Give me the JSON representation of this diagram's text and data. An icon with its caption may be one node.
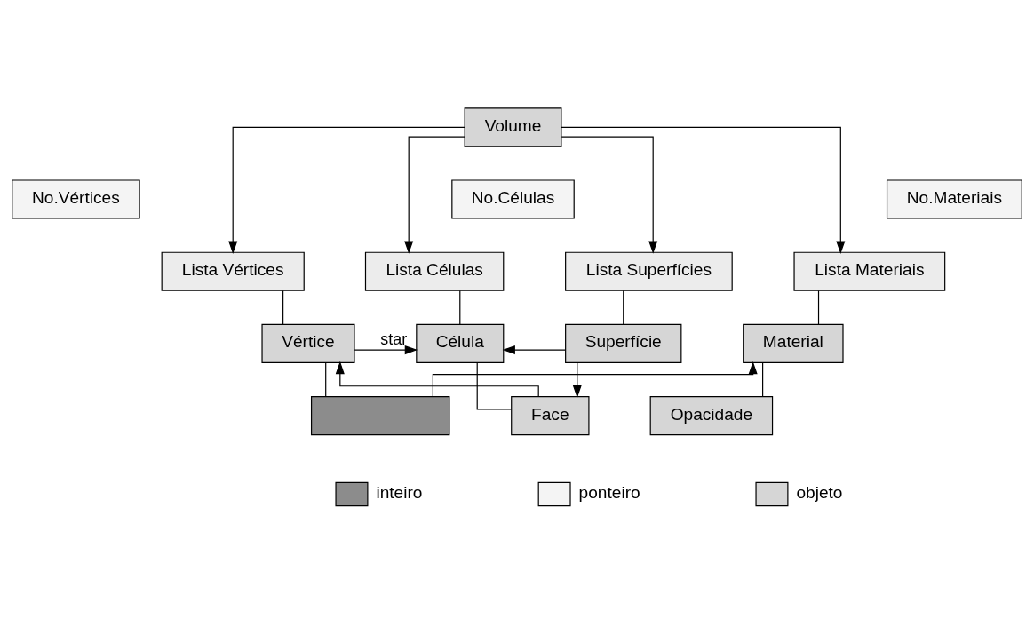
{
  "diagram": {
    "nodes": [
      {
        "text": [
          "Volume"
        ]
      },
      {
        "text": [
          "No.Vértices"
        ]
      },
      {
        "text": [
          "No.Células"
        ]
      },
      {
        "text": [
          "No.Materiais"
        ]
      },
      {
        "text": [
          "Lista Vértices"
        ]
      },
      {
        "text": [
          "Lista Células"
        ]
      },
      {
        "text": [
          "Lista Superfícies"
        ]
      },
      {
        "text": [
          "Lista Materiais"
        ]
      },
      {
        "text": [
          "Vértice"
        ]
      },
      {
        "text": [
          "Célula"
        ]
      },
      {
        "text": [
          "Superfície"
        ]
      },
      {
        "text": [
          "Material"
        ]
      },
      {
        "text": [],
        "shape": "box"
      },
      {
        "text": [
          "Face"
        ]
      },
      {
        "text": [
          "Opacidade"
        ]
      }
    ],
    "edges": [
      {
        "from": 0,
        "to": 4,
        "arrow": "to"
      },
      {
        "from": 0,
        "to": 5,
        "arrow": "to"
      },
      {
        "from": 0,
        "to": 6,
        "arrow": "to"
      },
      {
        "from": 0,
        "to": 7,
        "arrow": "to"
      },
      {
        "from": 4,
        "to": 8,
        "arrow": "none"
      },
      {
        "from": 5,
        "to": 9,
        "arrow": "none"
      },
      {
        "from": 6,
        "to": 10,
        "arrow": "none"
      },
      {
        "from": 7,
        "to": 11,
        "arrow": "none"
      },
      {
        "from": 8,
        "to": 9,
        "arrow": "to",
        "label": "star"
      },
      {
        "from": 8,
        "to": 12,
        "arrow": "none"
      },
      {
        "from": 9,
        "to": 13,
        "arrow": "none"
      },
      {
        "from": 10,
        "to": 9,
        "arrow": "to"
      },
      {
        "from": 13,
        "to": 8,
        "arrow": "to"
      },
      {
        "from": 10,
        "to": 13,
        "arrow": "to"
      },
      {
        "from": 11,
        "to": 14,
        "arrow": "none"
      },
      {
        "from": 12,
        "to": 11,
        "arrow": "to"
      }
    ],
    "legend": [
      {
        "text": "inteiro",
        "color": "#8c8c8c"
      },
      {
        "text": "ponteiro",
        "color": "#f4f4f4"
      },
      {
        "text": "objeto",
        "color": "#d6d6d6"
      }
    ]
  }
}
